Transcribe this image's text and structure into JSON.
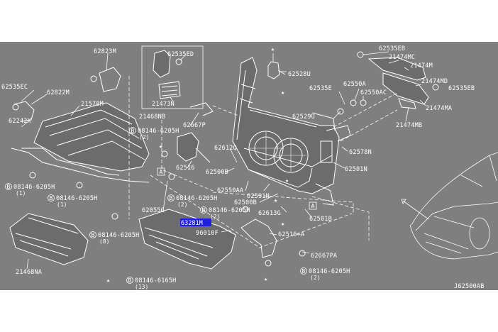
{
  "diagram": {
    "id": "J62500AB",
    "labels": {
      "p62823M": "62823M",
      "p62535ED": "62535ED",
      "p21473N": "21473N",
      "p21468NB": "21468NB",
      "p62535EC": "62535EC",
      "p62822M": "62822M",
      "p21578M": "21578M",
      "p62242X": "62242X",
      "p62667P": "62667P",
      "p62528U": "62528U",
      "p62535E": "62535E",
      "p62550A": "62550A",
      "p62550AC": "62550AC",
      "p62529U": "62529U",
      "p62578N": "62578N",
      "p62501N": "62501N",
      "p62612Q": "62612Q",
      "p62516": "62516",
      "p62500B": "62500B",
      "p62550AA": "62550AA",
      "p62591N": "62591N",
      "p62500BB": "62500B",
      "p62613G": "62613G",
      "p62501B": "62501B",
      "p62055G": "62055G",
      "p96010F": "96010F",
      "p62516A": "62516+A",
      "p62667PA": "62667PA",
      "p21468NA": "21468NA",
      "p62535EB": "62535EB",
      "p21474MC": "21474MC",
      "p21474M": "21474M",
      "p21474MD": "21474MD",
      "p62535EB2": "62535EB",
      "p21474MA": "21474MA",
      "p21474MB": "21474MB",
      "highlight": "63281M"
    },
    "bolts": {
      "b1": "08146-6205H",
      "b1q": "(2)",
      "b2": "08146-6205H",
      "b2q": "(1)",
      "b3": "08146-6205H",
      "b3q": "(1)",
      "b4": "08146-6205H",
      "b4q": "(2)",
      "b5": "08146-6205H",
      "b5q": "(2)",
      "b6": "08146-6205H",
      "b6q": "(8)",
      "b7": "08146-6205H",
      "b7q": "(2)",
      "b8": "08146-6165H",
      "b8q": "(13)"
    },
    "circle_marker": "B",
    "box_marker": "A"
  }
}
